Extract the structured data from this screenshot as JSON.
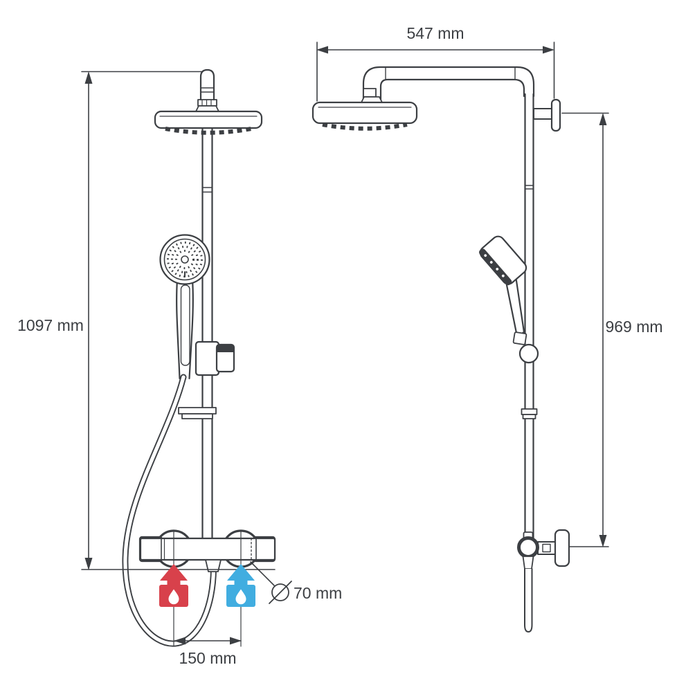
{
  "diagram": {
    "background": "#ffffff",
    "ink_color": "#3c3f43",
    "hot_color": "#d8414b",
    "cold_color": "#41ade0",
    "drop_color": "#ffffff",
    "dimensions": {
      "total_height": "1097 mm",
      "arm_reach": "547 mm",
      "wall_height": "969 mm",
      "trim_diameter": "70 mm",
      "inlet_spacing": "150 mm"
    }
  }
}
